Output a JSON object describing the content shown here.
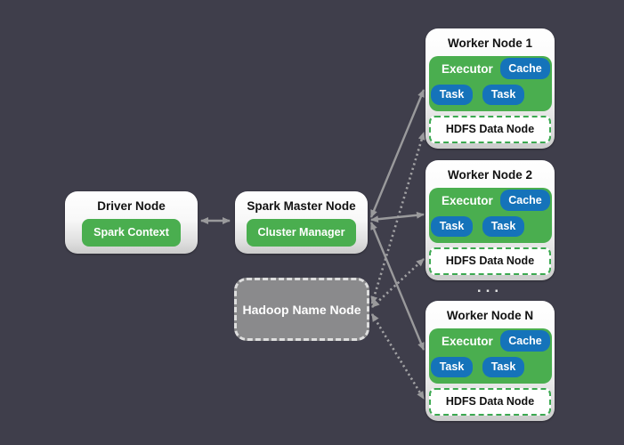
{
  "colors": {
    "background": "#3f3e4b",
    "node_green": "#4aae4f",
    "chip_blue": "#1573ba",
    "hadoop_gray": "#8a8a8c",
    "arrow_gray": "#9a9a9c",
    "hdfs_border_green": "#3ca951"
  },
  "driver": {
    "title": "Driver Node",
    "chip": "Spark Context"
  },
  "master": {
    "title": "Spark Master Node",
    "chip": "Cluster Manager"
  },
  "hadoop": {
    "title": "Hadoop Name Node"
  },
  "workers": [
    {
      "title": "Worker Node 1",
      "executor_label": "Executor",
      "cache_label": "Cache",
      "tasks": [
        "Task",
        "Task"
      ],
      "hdfs_label": "HDFS Data Node"
    },
    {
      "title": "Worker Node 2",
      "executor_label": "Executor",
      "cache_label": "Cache",
      "tasks": [
        "Task",
        "Task"
      ],
      "hdfs_label": "HDFS Data Node"
    },
    {
      "title": "Worker Node N",
      "executor_label": "Executor",
      "cache_label": "Cache",
      "tasks": [
        "Task",
        "Task"
      ],
      "hdfs_label": "HDFS Data Node"
    }
  ],
  "ellipsis": "..."
}
